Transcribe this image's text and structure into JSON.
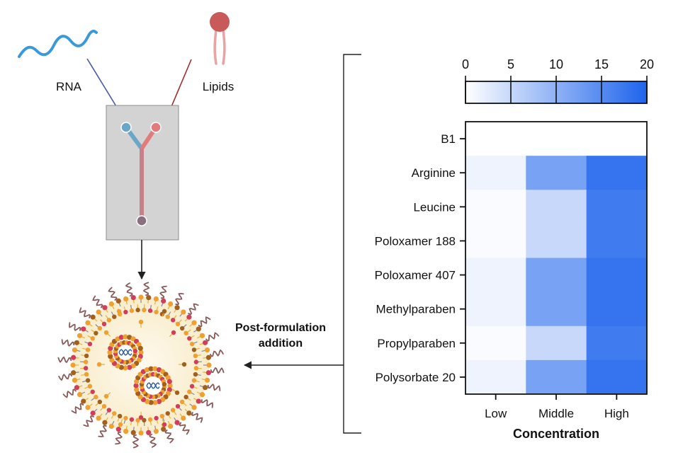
{
  "labels": {
    "rna": "RNA",
    "lipids": "Lipids",
    "post_formulation_line1": "Post-formulation",
    "post_formulation_line2": "addition"
  },
  "colors": {
    "rna_strand": "#3a9ad9",
    "lipid_head": "#c85a5a",
    "lipid_tail": "#e9a3a3",
    "rna_arrow": "#4a5aa8",
    "lipid_arrow": "#a02a2a",
    "chip_body": "#d3d3d3",
    "channel_left": "#6aa6c8",
    "channel_right": "#e27c7c",
    "channel_main": "#c6808a",
    "lnp_core": "#fbf4df",
    "lnp_head_orange": "#f0a030",
    "lnp_head_red": "#d13d5a",
    "lnp_head_brown": "#a2601e",
    "lnp_tail": "#e8b23a",
    "peg": "#8a5a5a",
    "dna": "#2b5b9b",
    "heat_low": "#ffffff",
    "heat_high": "#1e64ec"
  },
  "chart_data": {
    "type": "heatmap",
    "rows": [
      "B1",
      "Arginine",
      "Leucine",
      "Poloxamer 188",
      "Poloxamer 407",
      "Methylparaben",
      "Propylparaben",
      "Polysorbate 20"
    ],
    "columns": [
      "Low",
      "Middle",
      "High"
    ],
    "values": [
      [
        0,
        0,
        0
      ],
      [
        1.5,
        12,
        18
      ],
      [
        0.5,
        5,
        17
      ],
      [
        0.5,
        5,
        17
      ],
      [
        1.5,
        12,
        18
      ],
      [
        1.5,
        12,
        18
      ],
      [
        0.5,
        5,
        17
      ],
      [
        1.5,
        12,
        18
      ]
    ],
    "xlabel": "Concentration",
    "colorbar": {
      "min": 0,
      "max": 20,
      "ticks": [
        0,
        5,
        10,
        15,
        20
      ]
    }
  }
}
